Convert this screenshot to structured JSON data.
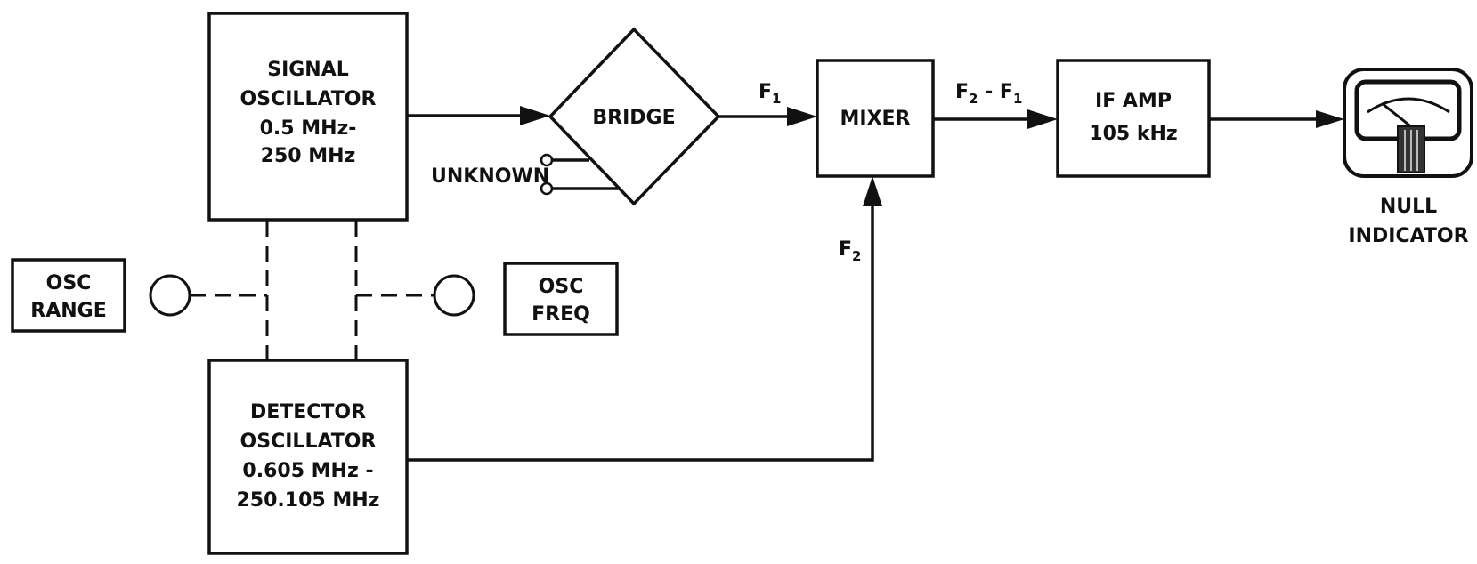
{
  "blocks": {
    "signal_oscillator": [
      "SIGNAL",
      "OSCILLATOR",
      "0.5 MHz-",
      "250 MHz"
    ],
    "detector_oscillator": [
      "DETECTOR",
      "OSCILLATOR",
      "0.605 MHz -",
      "250.105 MHz"
    ],
    "bridge": "BRIDGE",
    "mixer": "MIXER",
    "if_amp": [
      "IF AMP",
      "105 kHz"
    ],
    "osc_range": [
      "OSC",
      "RANGE"
    ],
    "osc_freq": [
      "OSC",
      "FREQ"
    ],
    "null_indicator": [
      "NULL",
      "INDICATOR"
    ]
  },
  "labels": {
    "unknown": "UNKNOWN",
    "f1": "F",
    "f1_sub": "1",
    "f2": "F",
    "f2_sub": "2",
    "diff_a": "F",
    "diff_a_sub": "2",
    "diff_mid": " - F",
    "diff_b_sub": "1"
  }
}
